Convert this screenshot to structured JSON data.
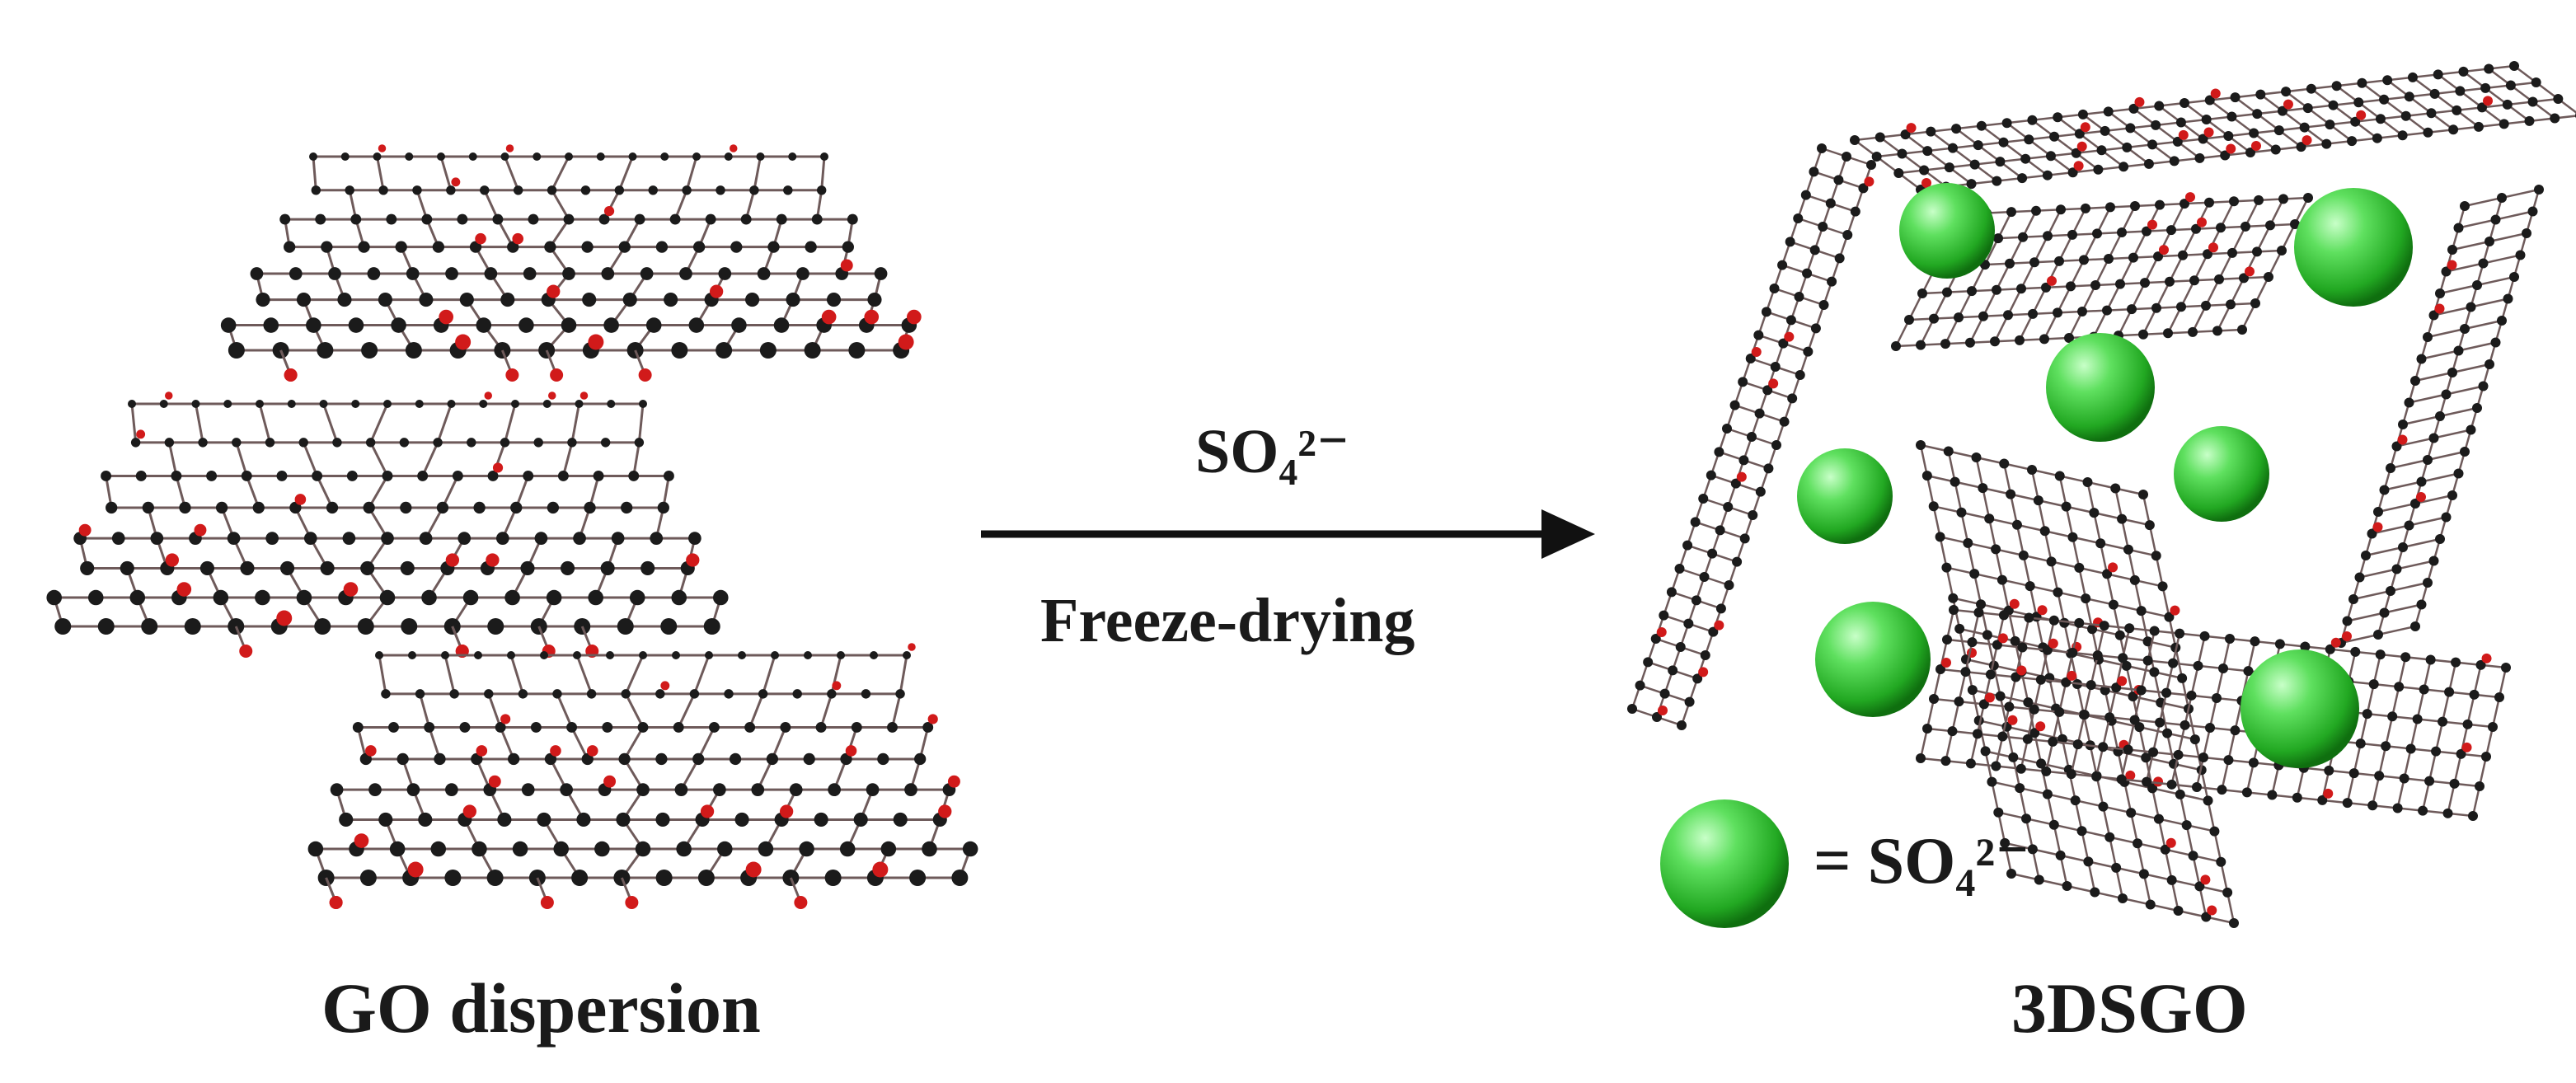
{
  "left_label": "GO dispersion",
  "right_label": "3DSGO",
  "arrow": {
    "reagent": "SO₄²⁻",
    "process": "Freeze-drying"
  },
  "legend": {
    "text": "= SO₄²⁻"
  },
  "colors": {
    "carbon": "#1b1b1b",
    "bond": "#6e5a5a",
    "oxygen": "#d11a1a",
    "sulfate": "#3ccc3c",
    "text": "#1a1a1a"
  }
}
